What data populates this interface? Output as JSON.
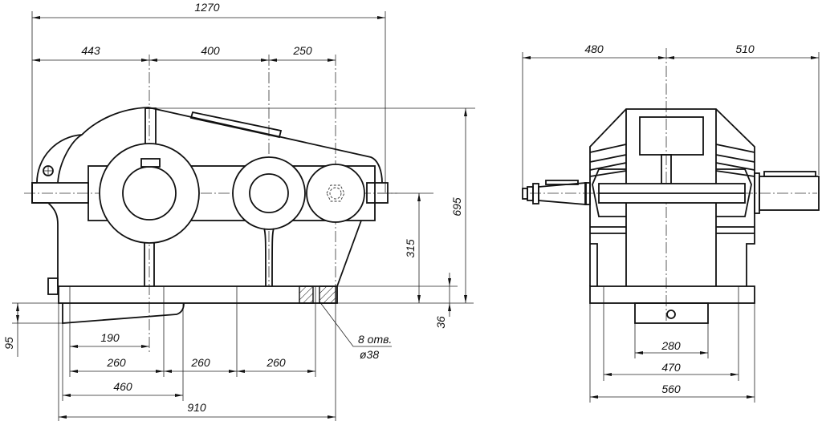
{
  "front_view": {
    "dims": {
      "overall_length": "1270",
      "d443": "443",
      "d400": "400",
      "d250": "250",
      "height": "695",
      "axis_height": "315",
      "base_thickness": "36",
      "foot_height": "95",
      "d190": "190",
      "d260_a": "260",
      "d260_b": "260",
      "d260_c": "260",
      "d460": "460",
      "d910": "910"
    },
    "hole_note": {
      "count": "8 отв.",
      "diameter": "ø38"
    }
  },
  "side_view": {
    "dims": {
      "left": "480",
      "right": "510",
      "d280": "280",
      "d470": "470",
      "d560": "560"
    }
  }
}
